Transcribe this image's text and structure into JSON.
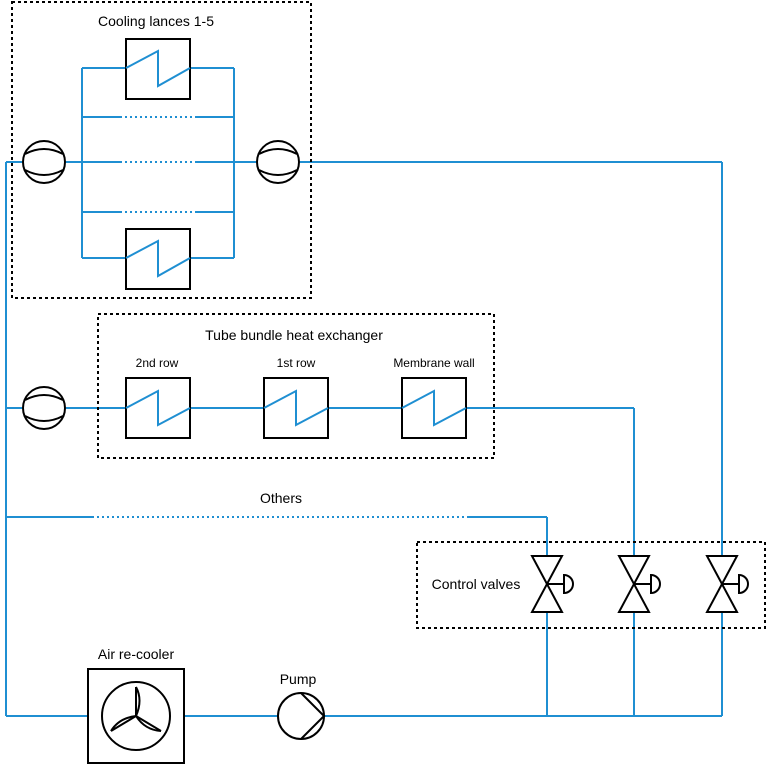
{
  "groups": {
    "cooling_lances": "Cooling lances 1-5",
    "tube_bundle": "Tube bundle heat exchanger",
    "control_valves": "Control valves"
  },
  "heat_exchangers": {
    "second_row": "2nd row",
    "first_row": "1st row",
    "membrane_wall": "Membrane wall"
  },
  "branches": {
    "others": "Others"
  },
  "equipment": {
    "air_recooler": "Air re-cooler",
    "pump": "Pump"
  },
  "colors": {
    "pipe": "#1f8fd2",
    "outline": "#000000"
  }
}
